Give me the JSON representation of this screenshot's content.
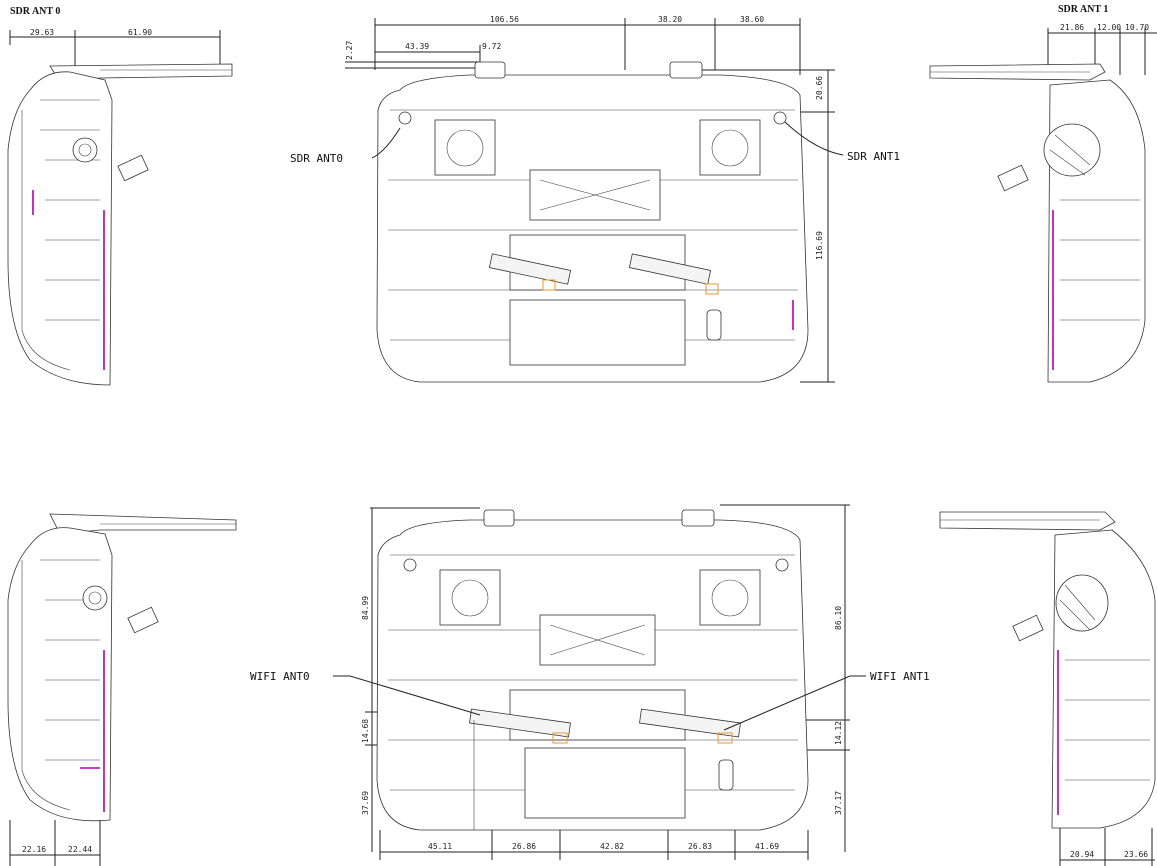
{
  "titles": {
    "sdr_ant0": "SDR ANT 0",
    "sdr_ant1": "SDR ANT 1"
  },
  "callouts": {
    "sdr_ant0": "SDR ANT0",
    "sdr_ant1": "SDR ANT1",
    "wifi_ant0": "WIFI ANT0",
    "wifi_ant1": "WIFI ANT1"
  },
  "dims": {
    "tl_left": "29.63",
    "tl_right": "61.90",
    "tc_top": "106.56",
    "tc_mid": "38.20",
    "tc_right": "38.60",
    "tc_inner": "43.39",
    "tc_small": "9.72",
    "tc_side": "2.27",
    "tc_r1": "20.66",
    "tc_r2": "116.69",
    "tr_a": "21.86",
    "tr_b": "12.00",
    "tr_c": "10.70",
    "bl_a": "22.16",
    "bl_b": "22.44",
    "bc_l1": "84.99",
    "bc_l2": "14.68",
    "bc_l3": "37.69",
    "bc_r1": "86.10",
    "bc_r2": "14.12",
    "bc_r3": "37.17",
    "bc_b1": "45.11",
    "bc_b2": "26.86",
    "bc_b3": "42.82",
    "bc_b4": "26.83",
    "bc_b5": "41.69",
    "br_a": "20.94",
    "br_b": "23.66"
  },
  "colors": {
    "highlight": "#b000b0",
    "antenna_marker": "#e69a2a",
    "line": "#222222"
  }
}
